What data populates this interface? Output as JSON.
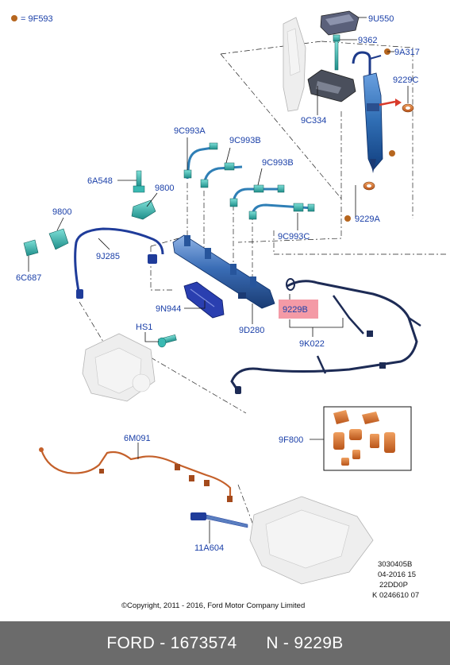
{
  "legend": {
    "symbol": "orange-dot",
    "label": "= 9F593"
  },
  "labels": {
    "9U550": "9U550",
    "9362": "9362",
    "9A317": "9A317",
    "9229C": "9229C",
    "9C334": "9C334",
    "9229A": "9229A",
    "9C993A": "9C993A",
    "9C993B_1": "9C993B",
    "9C993B_2": "9C993B",
    "9C993C": "9C993C",
    "6A548": "6A548",
    "9800_1": "9800",
    "9800_2": "9800",
    "9J285": "9J285",
    "6C687": "6C687",
    "9N944": "9N944",
    "HS1": "HS1",
    "9D280": "9D280",
    "9229B": "9229B",
    "9K022": "9K022",
    "9F800": "9F800",
    "6M091": "6M091",
    "11A604": "11A604"
  },
  "reference": {
    "line1": "3030405B",
    "line2": "04-2016 15",
    "line3": "22DD0P",
    "line4": "K 0246610 07"
  },
  "copyright": "©Copyright, 2011 - 2016, Ford Motor Company Limited",
  "footer": "FORD - 1673574      N - 9229B",
  "colors": {
    "label": "#1a3fa8",
    "highlight": "#f49aa6",
    "part_blue": "#2f6db3",
    "part_teal": "#2aa8a2",
    "hose_dark": "#1d2b55",
    "orange": "#d9782c",
    "footer_bg": "#6b6b6b"
  }
}
